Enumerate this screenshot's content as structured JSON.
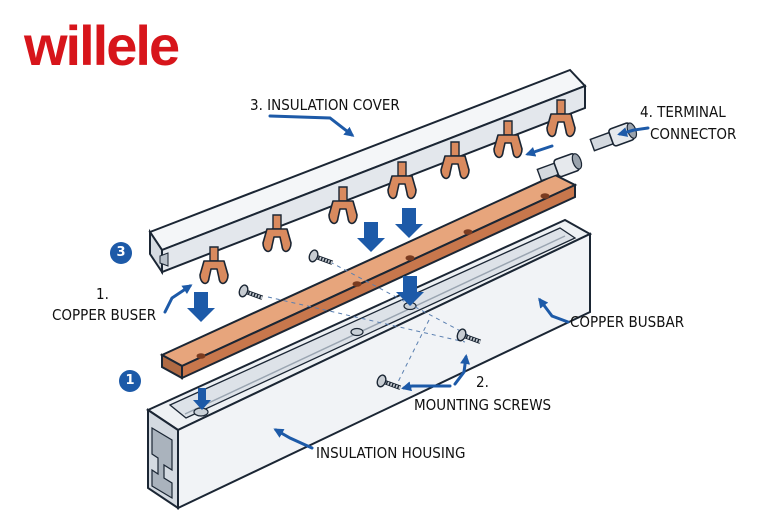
{
  "brand": {
    "logo_text": "willele",
    "logo_color": "#d7151b"
  },
  "colors": {
    "copper": "#d98a5e",
    "copper_dark": "#8a4527",
    "housing": "#eef1f4",
    "outline": "#1b2634",
    "arrow_blue": "#1d5aa8"
  },
  "labels": {
    "insulation_cover": "3. INSULATION COVER",
    "terminal_connector_1": "4. TERMINAL",
    "terminal_connector_2": "CONNECTOR",
    "copper_buser_num": "1.",
    "copper_buser": "COPPER BUSER",
    "copper_busbar": "COPPER BUSBAR",
    "mounting_screws_num": "2.",
    "mounting_screws": "MOUNTING SCREWS",
    "insulation_housing": "INSULATION HOUSING"
  },
  "badges": {
    "badge_top": "3",
    "badge_bottom": "1"
  },
  "icons": [
    "down-arrow-icon",
    "callout-arrow-icon",
    "screw-icon",
    "terminal-connector-icon",
    "fork-terminal-icon"
  ]
}
